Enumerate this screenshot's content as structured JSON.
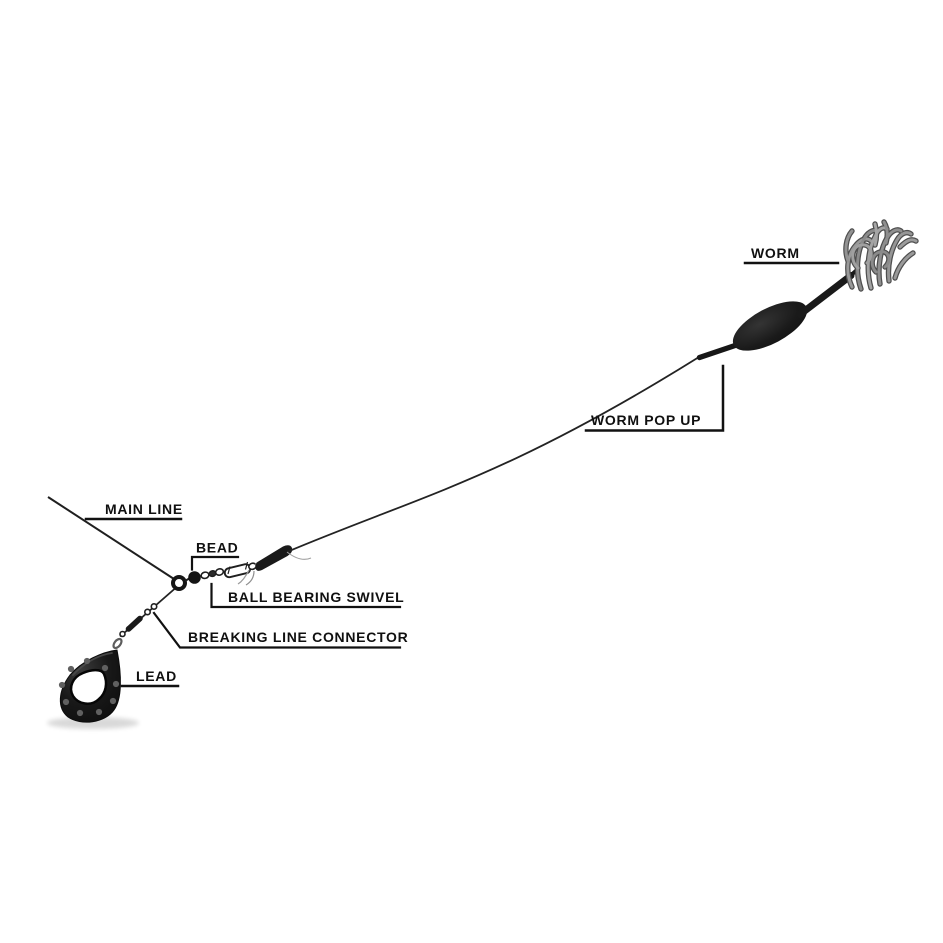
{
  "diagram": {
    "labels": {
      "worm": "WORM",
      "worm_pop_up": "WORM POP UP",
      "main_line": "MAIN LINE",
      "bead": "BEAD",
      "ball_bearing_swivel": "BALL BEARING SWIVEL",
      "breaking_line_connector": "BREAKING LINE CONNECTOR",
      "lead": "LEAD"
    },
    "components": [
      {
        "id": "worm",
        "label": "WORM"
      },
      {
        "id": "worm-pop-up",
        "label": "WORM POP UP"
      },
      {
        "id": "main-line",
        "label": "MAIN LINE"
      },
      {
        "id": "bead",
        "label": "BEAD"
      },
      {
        "id": "ball-bearing-swivel",
        "label": "BALL BEARING SWIVEL"
      },
      {
        "id": "breaking-line-connector",
        "label": "BREAKING LINE CONNECTOR"
      },
      {
        "id": "lead",
        "label": "LEAD"
      }
    ],
    "colors": {
      "background": "#ffffff",
      "line": "#1f1f1f",
      "label_text": "#101010",
      "component_black": "#1b1b1b",
      "worm_gray": "#8f8f8f"
    }
  }
}
